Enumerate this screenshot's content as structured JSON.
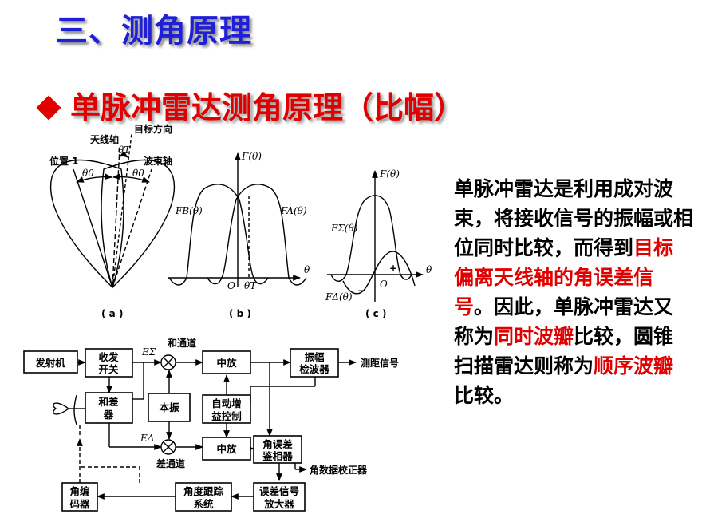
{
  "title": "三、测角原理",
  "subtitle": "单脉冲雷达测角原理（比幅）",
  "description": {
    "p1": "单脉冲雷达是利用成对波束，将接收信号的振幅或相位同时比较，而得到",
    "r1": "目标偏离天线轴的角误差信号",
    "p2": "。因此，单脉冲雷达又称为",
    "r2": "同时波瓣",
    "p3": "比较，圆锥扫描雷达则称为",
    "r3": "顺序波瓣",
    "p4": "比较。"
  },
  "fig_a": {
    "antenna_axis": "天线轴",
    "target_dir": "目标方向",
    "position1": "位置 1",
    "beam_axis": "波束轴",
    "theta_t": "θT",
    "theta0_left": "θ0",
    "theta0_right": "θ0",
    "caption": "( a )"
  },
  "fig_b": {
    "ylabel": "F(θ)",
    "left_curve": "FB(θ)",
    "right_curve": "FA(θ)",
    "xlabel": "θ",
    "origin": "O",
    "theta_t": "θT",
    "caption": "( b )"
  },
  "fig_c": {
    "ylabel": "F(θ)",
    "sum_curve": "FΣ(θ)",
    "diff_curve": "FΔ(θ)",
    "xlabel": "θ",
    "origin": "O",
    "plus": "+",
    "minus": "−",
    "caption": "( c )"
  },
  "block": {
    "transmitter": "发射机",
    "duplexer_1": "收发",
    "duplexer_2": "开关",
    "sum_channel": "和通道",
    "e_sigma": "EΣ",
    "if_amp_top": "中放",
    "amp_det_1": "振幅",
    "amp_det_2": "检波器",
    "range_signal": "测距信号",
    "hybrid_1": "和差",
    "hybrid_2": "器",
    "local_osc": "本振",
    "agc_1": "自动增",
    "agc_2": "益控制",
    "e_delta": "EΔ",
    "if_amp_bottom": "中放",
    "phase_det_1": "角误差",
    "phase_det_2": "鉴相器",
    "diff_channel": "差通道",
    "angle_corrector": "角数据校正器",
    "encoder_1": "角编",
    "encoder_2": "码器",
    "tracking_1": "角度跟踪",
    "tracking_2": "系统",
    "err_amp_1": "误差信号",
    "err_amp_2": "放大器"
  }
}
